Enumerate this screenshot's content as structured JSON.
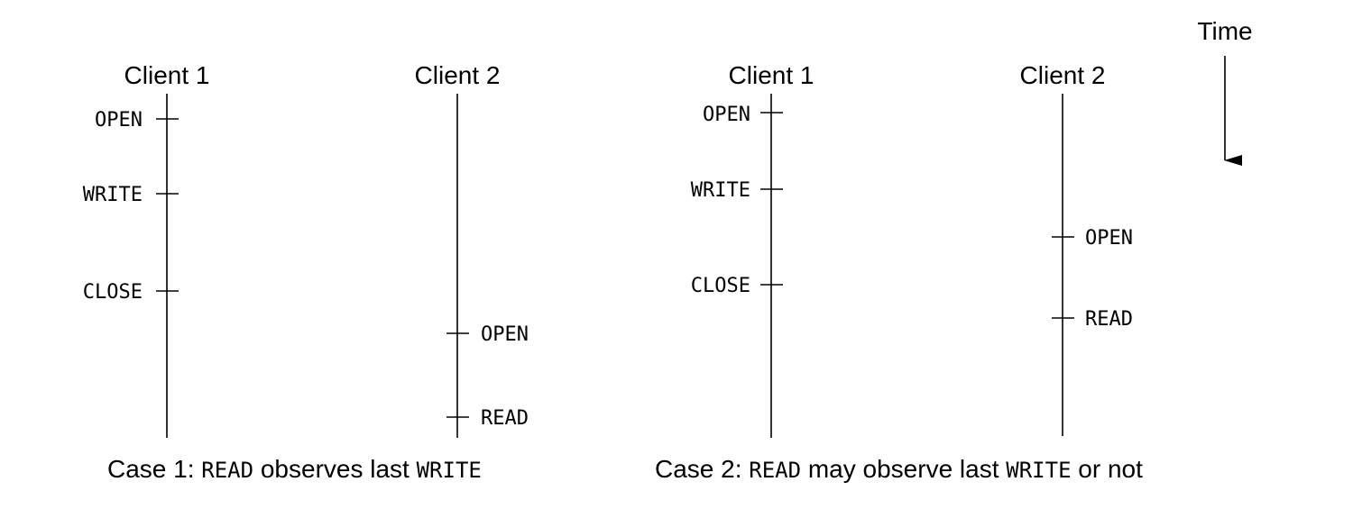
{
  "time_label": "Time",
  "cases": [
    {
      "client1": {
        "title": "Client 1",
        "events": [
          "OPEN",
          "WRITE",
          "CLOSE"
        ]
      },
      "client2": {
        "title": "Client 2",
        "events": [
          "OPEN",
          "READ"
        ]
      },
      "caption": {
        "prefix": "Case 1: ",
        "code1": "READ",
        "middle": " observes last ",
        "code2": "WRITE",
        "suffix": ""
      }
    },
    {
      "client1": {
        "title": "Client 1",
        "events": [
          "OPEN",
          "WRITE",
          "CLOSE"
        ]
      },
      "client2": {
        "title": "Client 2",
        "events": [
          "OPEN",
          "READ"
        ]
      },
      "caption": {
        "prefix": "Case 2: ",
        "code1": "READ",
        "middle": " may observe last ",
        "code2": "WRITE",
        "suffix": " or not"
      }
    }
  ]
}
